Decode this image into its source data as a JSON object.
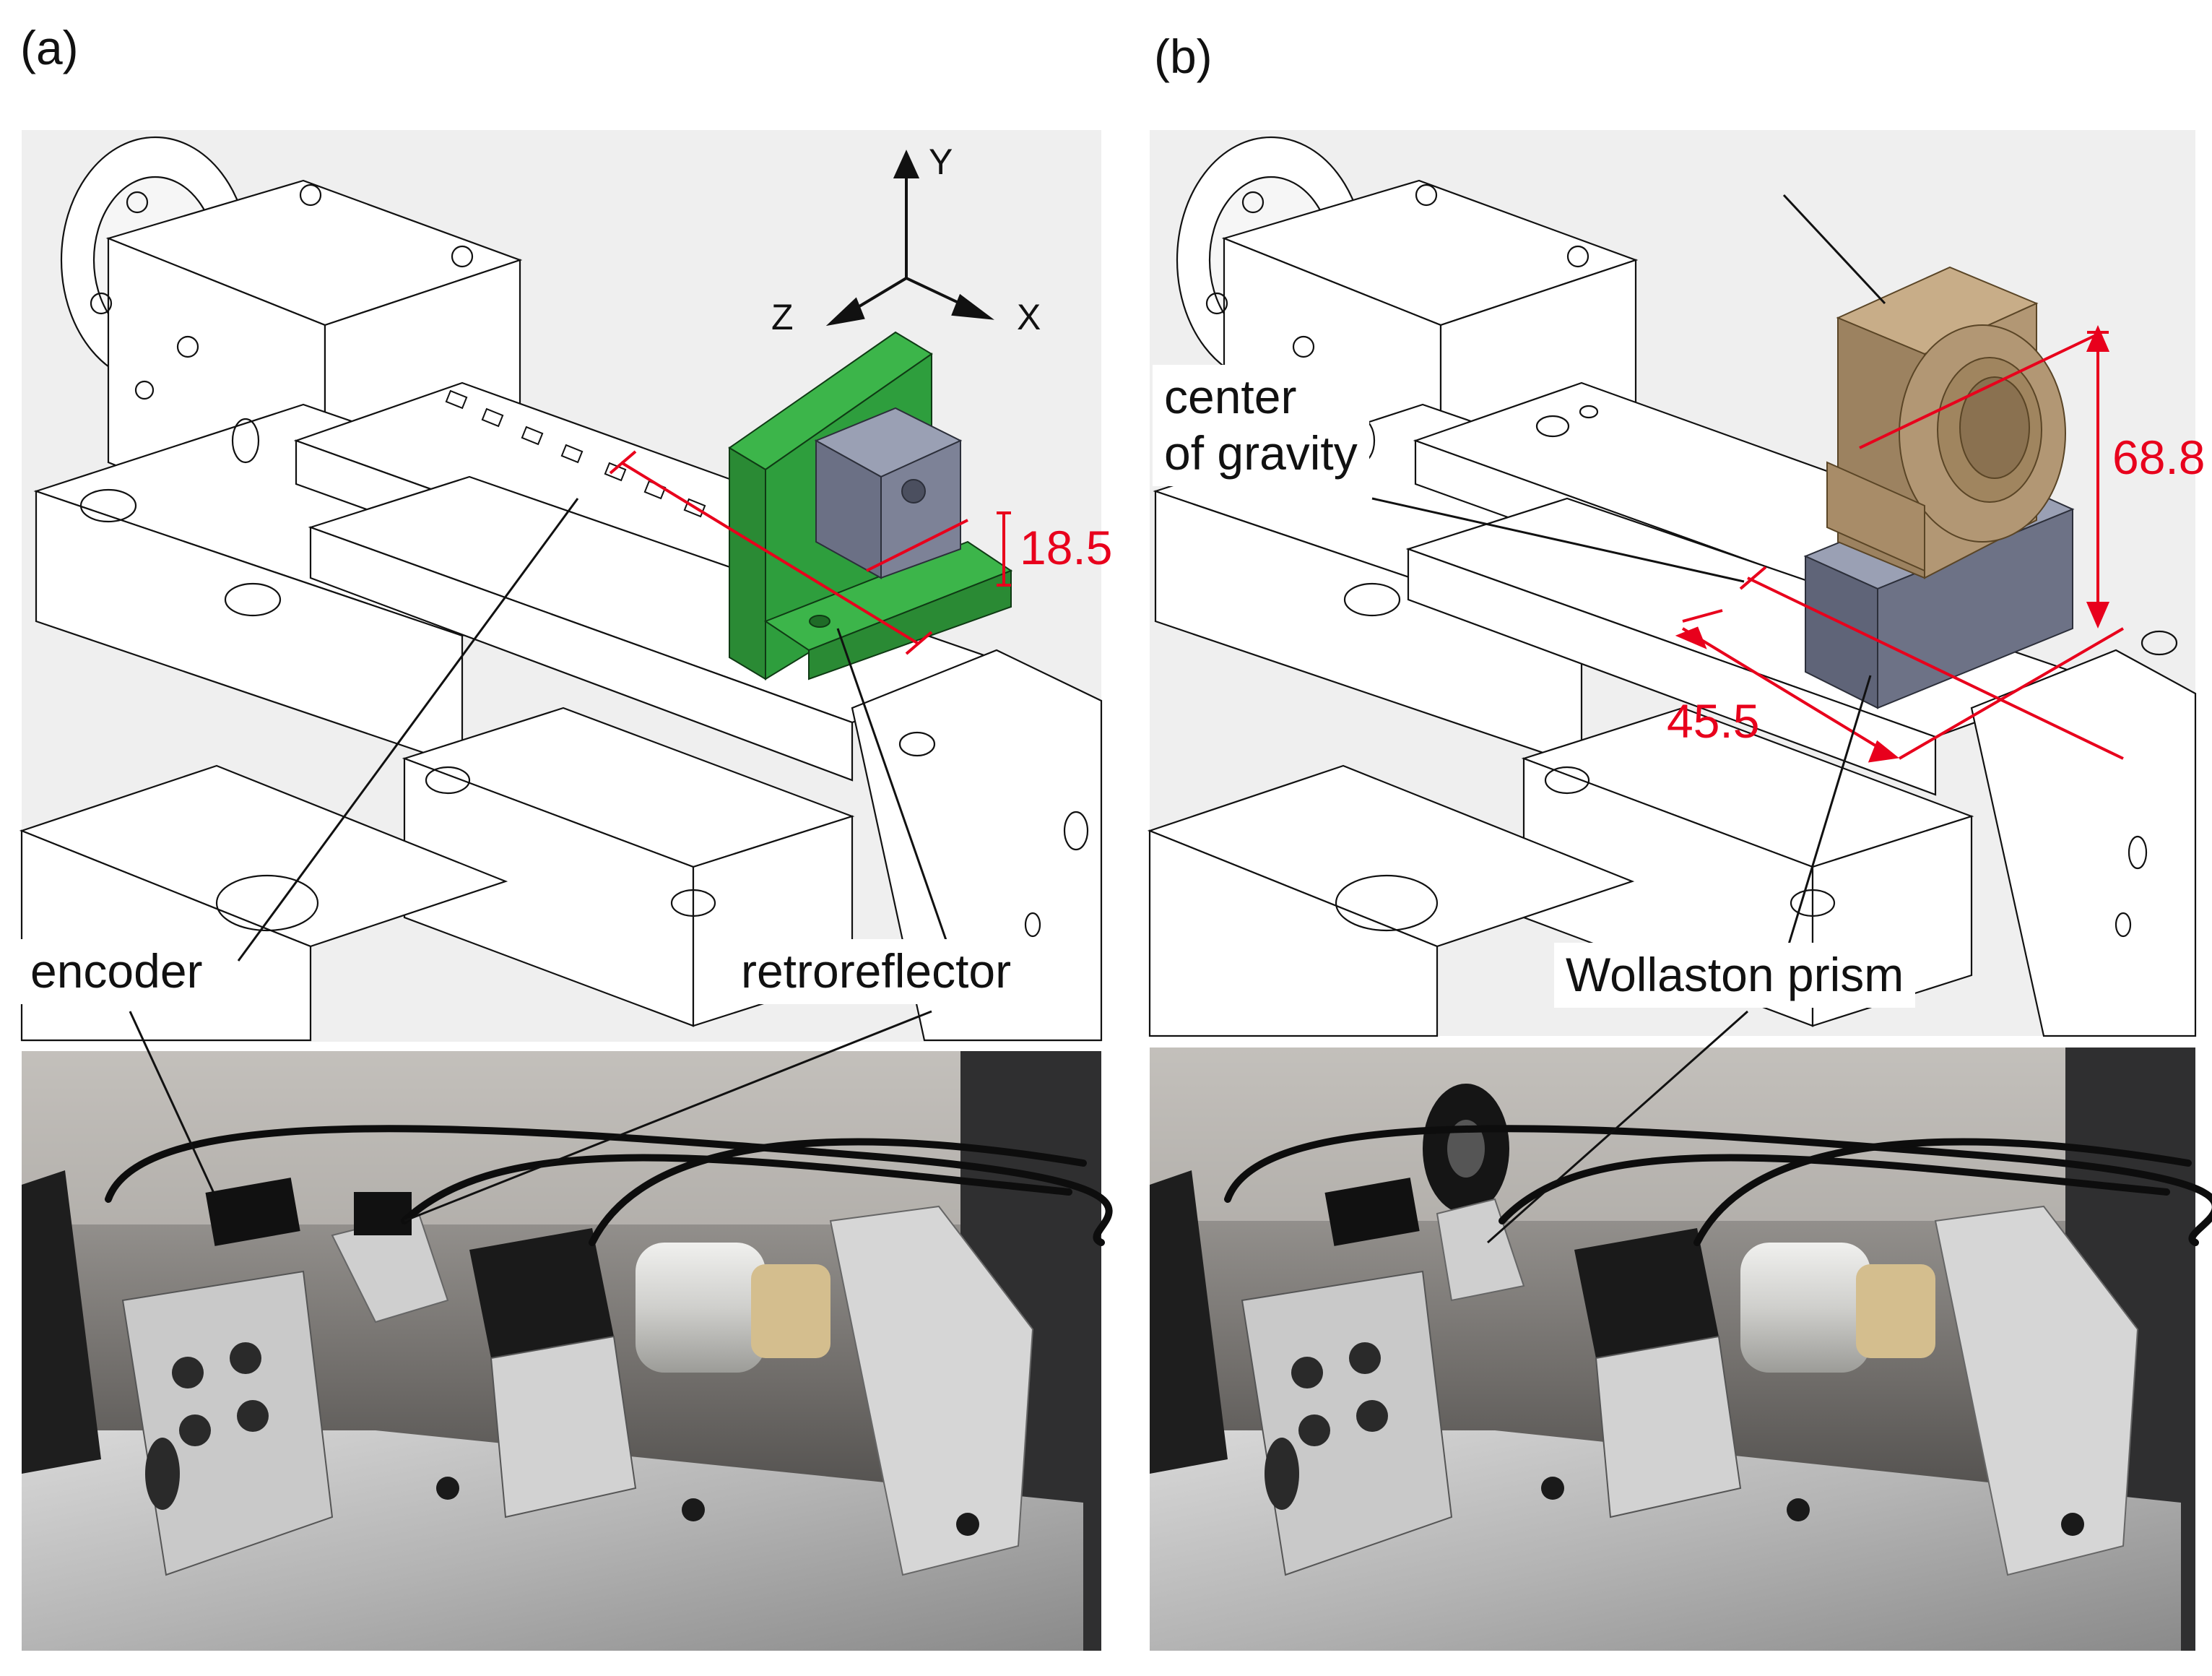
{
  "panels": {
    "a": {
      "label": "(a)",
      "callouts": {
        "encoder": "encoder",
        "retroreflector": "retroreflector"
      },
      "dimension": "18.5",
      "axes": {
        "y": "Y",
        "x": "X",
        "z": "Z"
      },
      "part_color": "#2e9e3d"
    },
    "b": {
      "label": "(b)",
      "callouts": {
        "center_of_gravity": "center\nof gravity",
        "wollaston_prism": "Wollaston prism"
      },
      "dimensions": {
        "height": "68.8",
        "offset": "45.5"
      },
      "part_colors": {
        "mount": "#b29774",
        "base": "#6d7286"
      }
    }
  },
  "colors": {
    "dimension": "#e8001c",
    "drawing_bg": "#efefef",
    "photo_bg": "#3b3b3b"
  }
}
